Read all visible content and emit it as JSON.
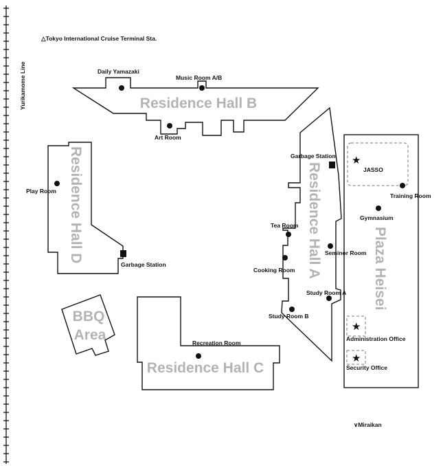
{
  "stations": {
    "north": "△Tokyo International Cruise Terminal Sta.",
    "south": "∨Miraikan"
  },
  "rail_line": "Yurikamome Line",
  "buildings": {
    "hall_a": "Residence Hall A",
    "hall_b": "Residence Hall B",
    "hall_c": "Residence Hall C",
    "hall_d": "Residence Hall D",
    "plaza": "Plaza Heisei",
    "bbq_1": "BBQ",
    "bbq_2": "Area"
  },
  "facilities": {
    "daily_yamazaki": "Daily Yamazaki",
    "music_room": "Music Room A/B",
    "art_room": "Art Room",
    "play_room": "Play Room",
    "garbage_station_d": "Garbage Station",
    "garbage_station_a": "Garbage Station",
    "tea_room": "Tea Room",
    "seminar_room": "Seminor Room",
    "cooking_room": "Cooking Room",
    "study_room_a": "Study Room A",
    "study_room_b": "Study Room B",
    "recreation_room": "Recreation Room",
    "jasso": "JASSO",
    "training_room": "Training Room",
    "gymnasium": "Gymnasium",
    "admin_office": "Administration Office",
    "security_office": "Security Office"
  },
  "icons": {
    "facility": "dot-icon",
    "garbage": "square-icon",
    "office": "star-icon"
  },
  "colors": {
    "outline": "#111111",
    "building_label": "#b3b3b3",
    "background": "#ffffff"
  }
}
